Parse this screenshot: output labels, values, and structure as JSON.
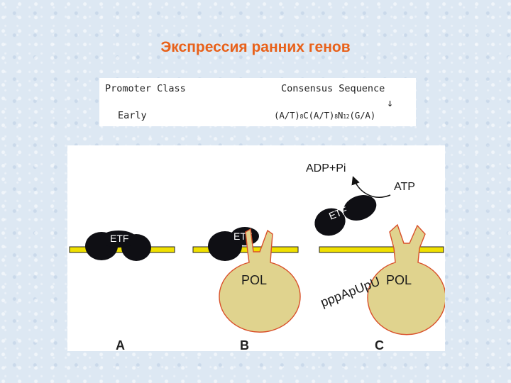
{
  "slide": {
    "title": "Экспрессия ранних генов",
    "title_color": "#e8611a"
  },
  "sequence_table": {
    "header_class": "Promoter Class",
    "header_consensus": "Consensus Sequence",
    "row_class": "Early",
    "seq_part1": "(A/T)",
    "seq_sub1": "8",
    "seq_part2": "C(A/T)",
    "seq_sub2": "8",
    "seq_part3": "N",
    "seq_sub3": "12",
    "seq_part4": "(G/A)",
    "arrow_glyph": "↓"
  },
  "diagram": {
    "etf_label": "ETF",
    "pol_label": "POL",
    "adp_label": "ADP+Pi",
    "atp_label": "ATP",
    "transcript_label": "pppApUpU",
    "panel_labels": [
      "A",
      "B",
      "C"
    ],
    "colors": {
      "dna": "#f0e000",
      "pol_fill": "#e0d38e",
      "pol_stroke": "#d9502a",
      "etf": "#0f0f14"
    }
  }
}
